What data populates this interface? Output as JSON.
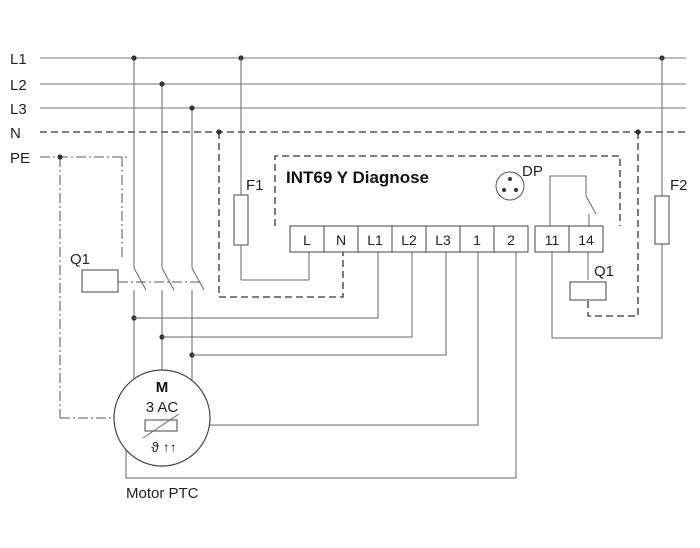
{
  "bus_labels": [
    "L1",
    "L2",
    "L3",
    "N",
    "PE"
  ],
  "module": {
    "title": "INT69 Y Diagnose",
    "dp_label": "DP",
    "terminals": [
      "L",
      "N",
      "L1",
      "L2",
      "L3",
      "1",
      "2",
      "11",
      "14"
    ]
  },
  "fuses": {
    "f1": "F1",
    "f2": "F2"
  },
  "contactor": {
    "coil_label": "Q1",
    "aux_coil_label": "Q1"
  },
  "motor": {
    "letter": "M",
    "rating": "3 AC",
    "ptc_symbol": "ϑ ↑↑",
    "caption": "Motor PTC"
  }
}
